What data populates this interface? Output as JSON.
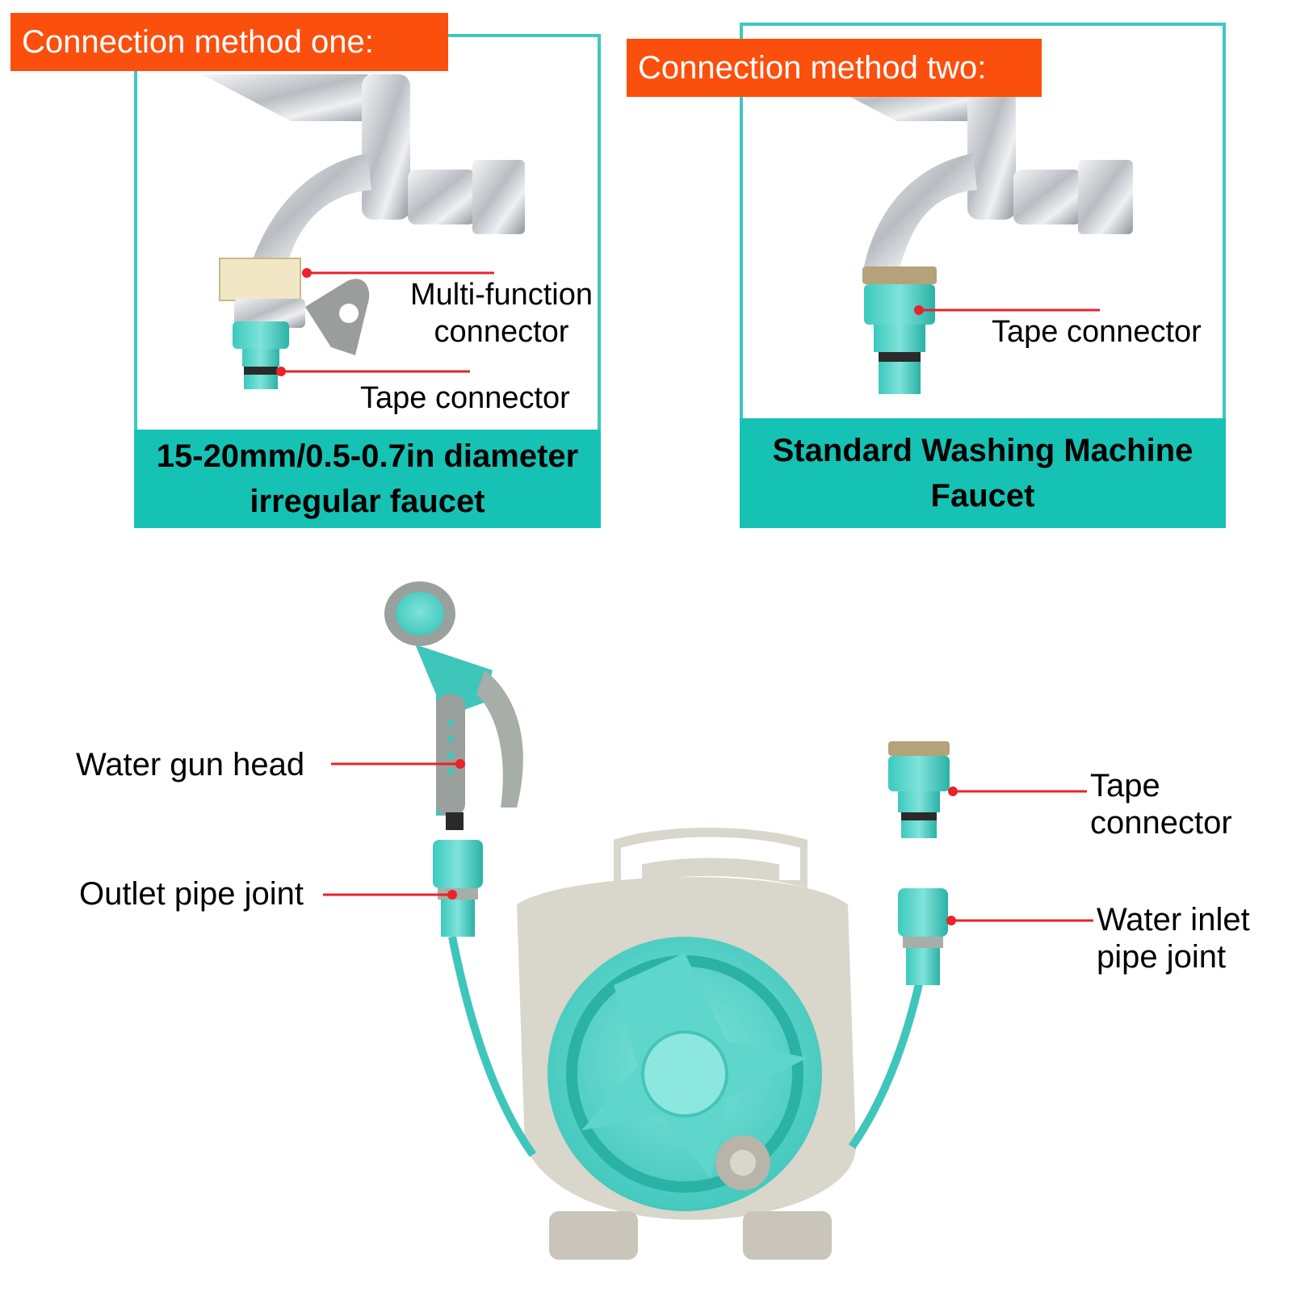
{
  "method_one": {
    "badge": "Connection  method  one:",
    "label_multi_line1": "Multi-function",
    "label_multi_line2": "connector",
    "label_tape": "Tape  connector",
    "caption_line1": "15-20mm/0.5-0.7in  diameter",
    "caption_line2": "irregular  faucet"
  },
  "method_two": {
    "badge": "Connection  method  two:",
    "label_tape": "Tape  connector",
    "caption_line1": "Standard  Washing  Machine",
    "caption_line2": "Faucet"
  },
  "reel": {
    "water_gun_head": "Water gun head",
    "outlet_pipe_joint": "Outlet pipe joint",
    "tape_connector_line1": "Tape",
    "tape_connector_line2": "connector",
    "water_inlet_line1": "Water inlet",
    "water_inlet_line2": "pipe joint"
  },
  "colors": {
    "accent_teal": "#16c2b4",
    "badge_orange": "#fb4f0e",
    "leader_red": "#e8232b",
    "chrome": "#c9ccd0",
    "reel_grey": "#d9d6cc"
  }
}
